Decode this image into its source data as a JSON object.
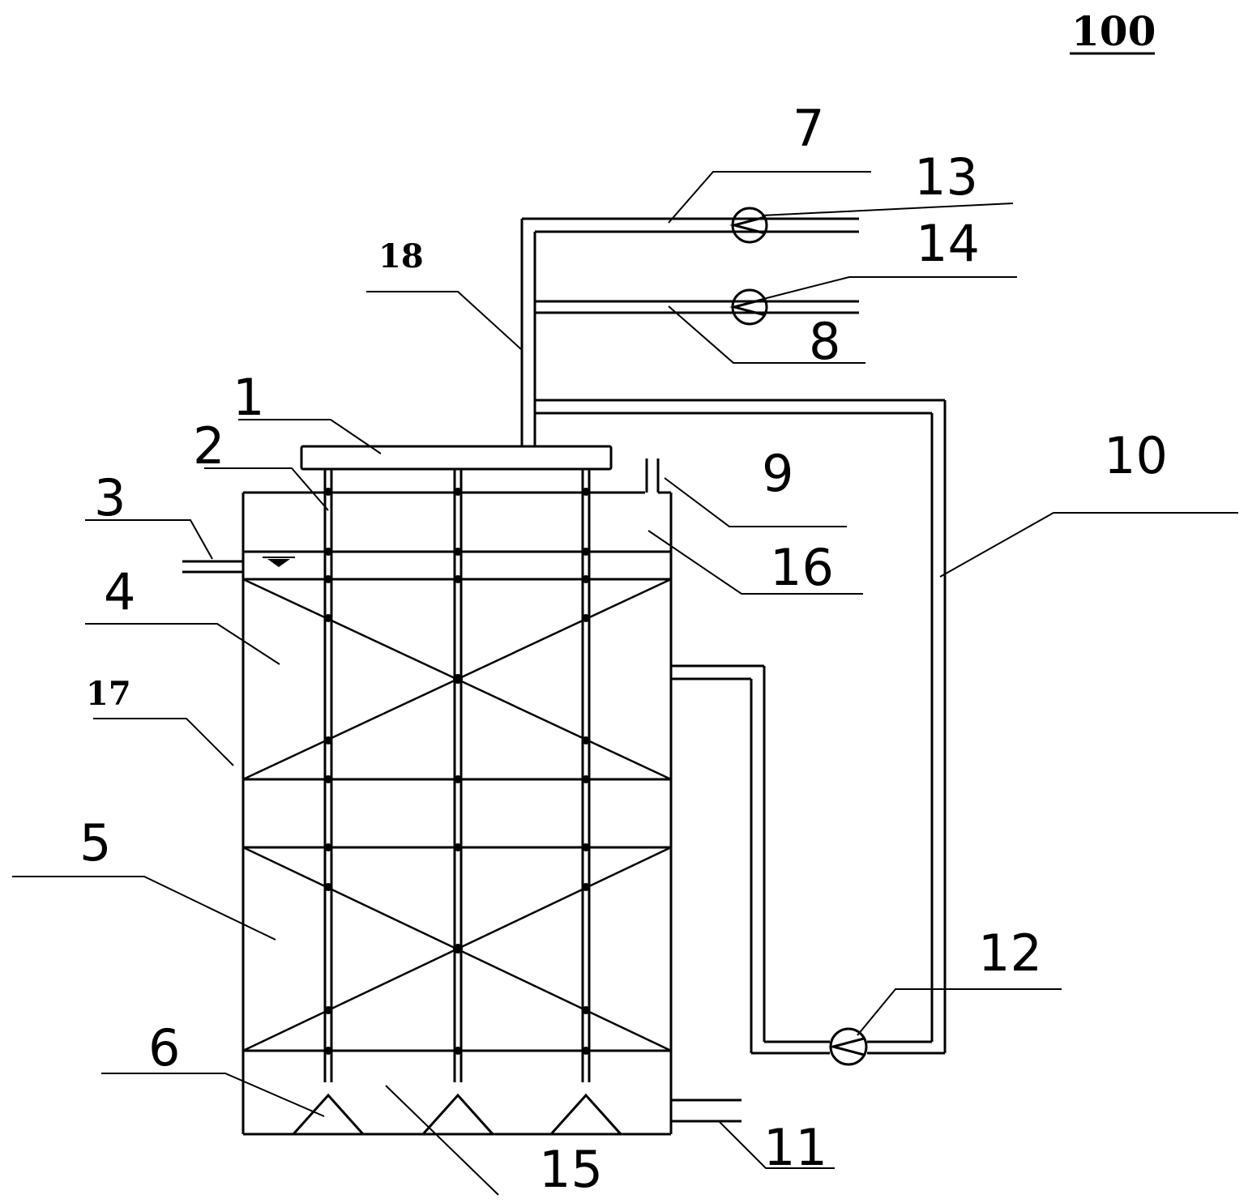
{
  "figure": {
    "number": "100",
    "labels": {
      "l1": "1",
      "l2": "2",
      "l3": "3",
      "l4": "4",
      "l5": "5",
      "l6": "6",
      "l7": "7",
      "l8": "8",
      "l9": "9",
      "l10": "10",
      "l11": "11",
      "l12": "12",
      "l13": "13",
      "l14": "14",
      "l15": "15",
      "l16": "16",
      "l17": "17",
      "l18": "18"
    }
  }
}
